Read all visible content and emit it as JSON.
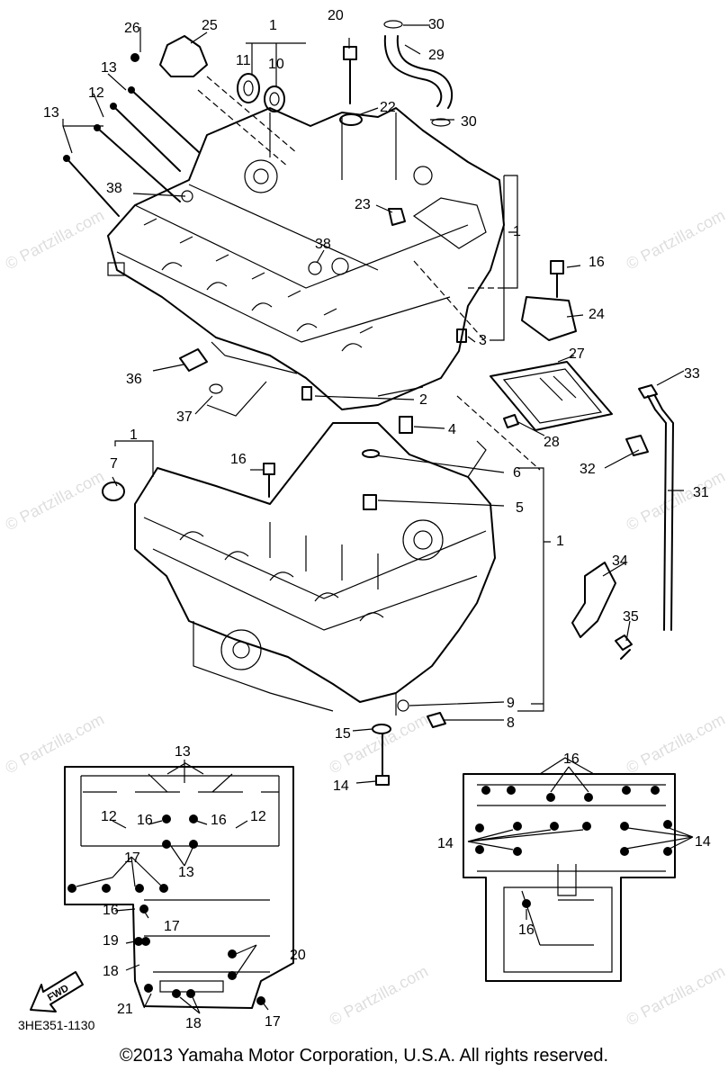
{
  "diagram": {
    "callouts": [
      {
        "id": "c1a",
        "text": "1"
      },
      {
        "id": "c1b",
        "text": "1"
      },
      {
        "id": "c1c",
        "text": "1"
      },
      {
        "id": "c1d",
        "text": "1"
      },
      {
        "id": "c2",
        "text": "2"
      },
      {
        "id": "c3",
        "text": "3"
      },
      {
        "id": "c4",
        "text": "4"
      },
      {
        "id": "c5",
        "text": "5"
      },
      {
        "id": "c6",
        "text": "6"
      },
      {
        "id": "c7",
        "text": "7"
      },
      {
        "id": "c8",
        "text": "8"
      },
      {
        "id": "c9",
        "text": "9"
      },
      {
        "id": "c10",
        "text": "10"
      },
      {
        "id": "c11",
        "text": "11"
      },
      {
        "id": "c12a",
        "text": "12"
      },
      {
        "id": "c12b",
        "text": "12"
      },
      {
        "id": "c12c",
        "text": "12"
      },
      {
        "id": "c13a",
        "text": "13"
      },
      {
        "id": "c13b",
        "text": "13"
      },
      {
        "id": "c13c",
        "text": "13"
      },
      {
        "id": "c13d",
        "text": "13"
      },
      {
        "id": "c14a",
        "text": "14"
      },
      {
        "id": "c14b",
        "text": "14"
      },
      {
        "id": "c14c",
        "text": "14"
      },
      {
        "id": "c15",
        "text": "15"
      },
      {
        "id": "c16a",
        "text": "16"
      },
      {
        "id": "c16b",
        "text": "16"
      },
      {
        "id": "c16c",
        "text": "16"
      },
      {
        "id": "c16d",
        "text": "16"
      },
      {
        "id": "c16e",
        "text": "16"
      },
      {
        "id": "c16f",
        "text": "16"
      },
      {
        "id": "c16g",
        "text": "16"
      },
      {
        "id": "c17a",
        "text": "17"
      },
      {
        "id": "c17b",
        "text": "17"
      },
      {
        "id": "c17c",
        "text": "17"
      },
      {
        "id": "c18a",
        "text": "18"
      },
      {
        "id": "c18b",
        "text": "18"
      },
      {
        "id": "c19",
        "text": "19"
      },
      {
        "id": "c20a",
        "text": "20"
      },
      {
        "id": "c20b",
        "text": "20"
      },
      {
        "id": "c21",
        "text": "21"
      },
      {
        "id": "c22",
        "text": "22"
      },
      {
        "id": "c23",
        "text": "23"
      },
      {
        "id": "c24",
        "text": "24"
      },
      {
        "id": "c25",
        "text": "25"
      },
      {
        "id": "c26",
        "text": "26"
      },
      {
        "id": "c27",
        "text": "27"
      },
      {
        "id": "c28",
        "text": "28"
      },
      {
        "id": "c29",
        "text": "29"
      },
      {
        "id": "c30a",
        "text": "30"
      },
      {
        "id": "c30b",
        "text": "30"
      },
      {
        "id": "c31",
        "text": "31"
      },
      {
        "id": "c32",
        "text": "32"
      },
      {
        "id": "c33",
        "text": "33"
      },
      {
        "id": "c34",
        "text": "34"
      },
      {
        "id": "c35",
        "text": "35"
      },
      {
        "id": "c36",
        "text": "36"
      },
      {
        "id": "c37",
        "text": "37"
      },
      {
        "id": "c38a",
        "text": "38"
      },
      {
        "id": "c38b",
        "text": "38"
      }
    ],
    "fwd_arrow_text": "FWD",
    "part_code": "3HE351-1130",
    "watermark_text": "© Partzilla.com",
    "copyright": "©2013 Yamaha Motor Corporation, U.S.A. All rights reserved."
  }
}
